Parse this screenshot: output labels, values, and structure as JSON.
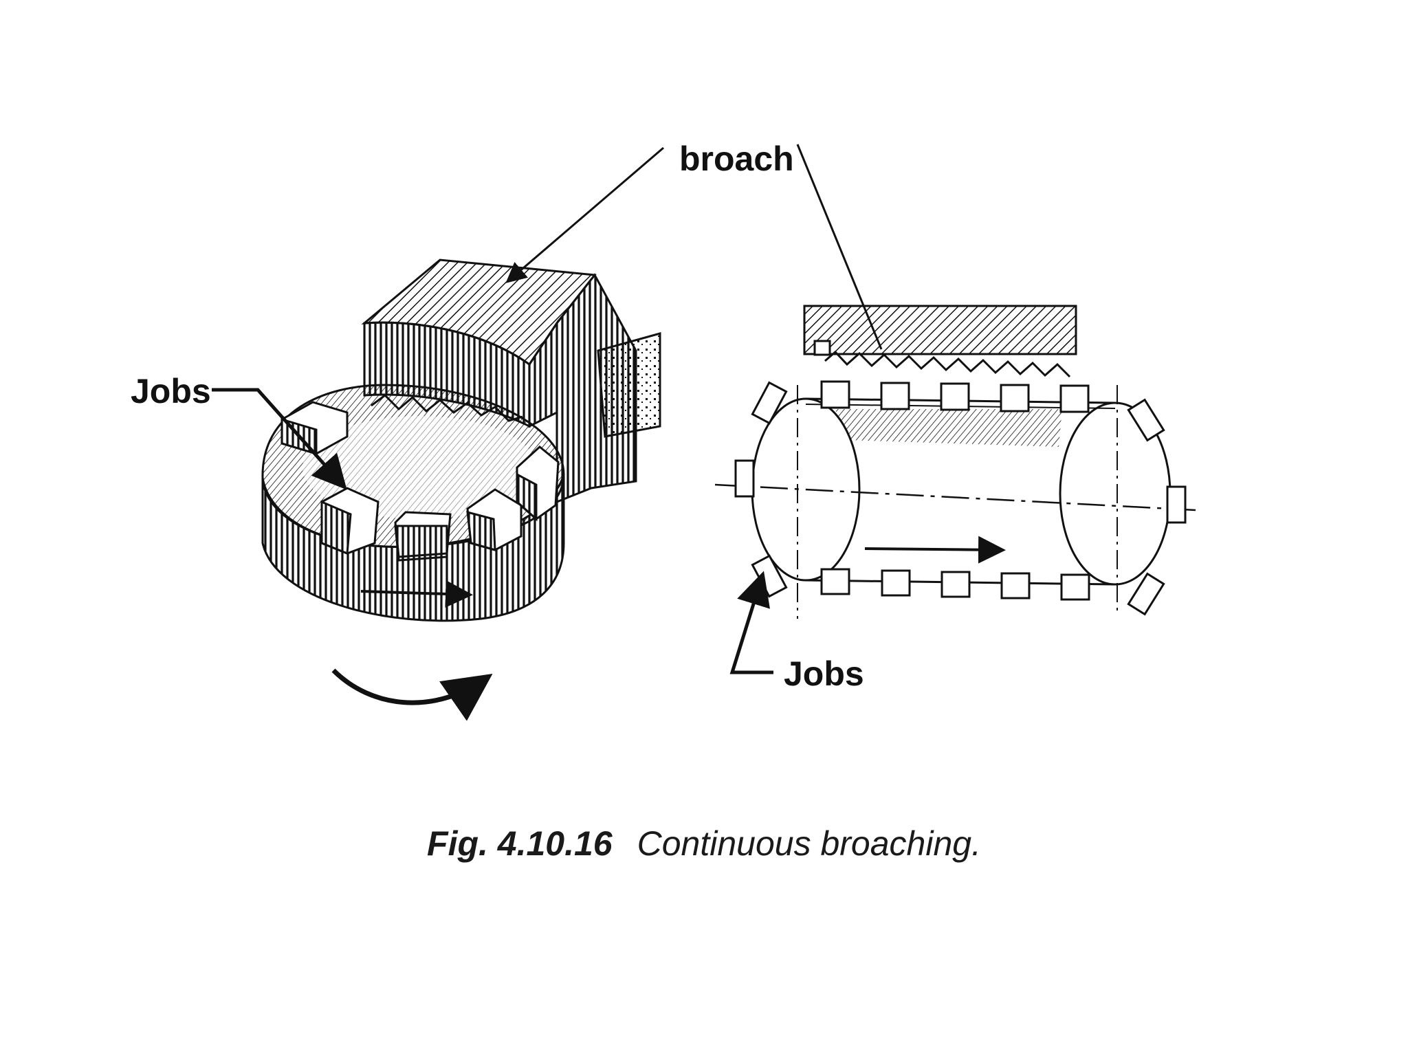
{
  "labels": {
    "broach": "broach",
    "jobs_left": "Jobs",
    "jobs_right": "Jobs"
  },
  "caption": {
    "number": "Fig. 4.10.16",
    "title": "Continuous broaching."
  },
  "colors": {
    "ink": "#111111",
    "background": "#ffffff"
  }
}
